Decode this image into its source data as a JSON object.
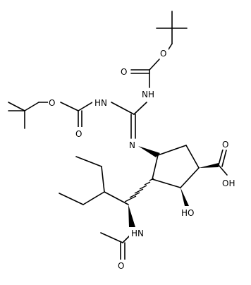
{
  "labels": {
    "o_boc1_ether": "O",
    "o_boc1_carbonyl": "O",
    "nh_top": "NH",
    "o_boc2_ether": "O",
    "o_boc2_carbonyl": "O",
    "hn_left": "HN",
    "n_imine": "N",
    "o_acid_carbonyl": "O",
    "oh_acid": "OH",
    "oh_ring": "HO",
    "hn_amide": "HN",
    "o_amide": "O"
  }
}
